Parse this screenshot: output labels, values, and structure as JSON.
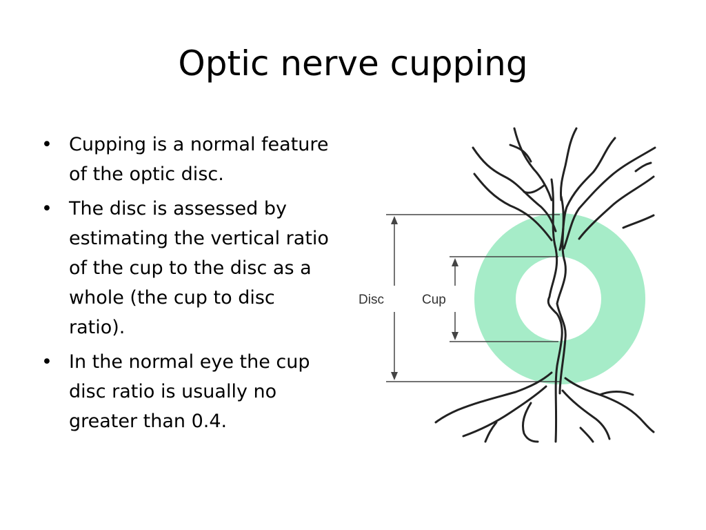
{
  "slide": {
    "title": "Optic nerve cupping",
    "bullets": [
      "Cupping is a normal feature of the optic disc.",
      "The disc is assessed by estimating the vertical ratio of the cup to the disc as a whole (the cup to disc ratio).",
      "In the normal eye the cup disc ratio is usually no greater than 0.4."
    ],
    "bullet_symbol": "•"
  },
  "diagram": {
    "disc_label": "Disc",
    "cup_label": "Cup",
    "colors": {
      "disc_fill": "#a6ecc8",
      "cup_fill": "#ffffff",
      "lines": "#222222"
    }
  }
}
